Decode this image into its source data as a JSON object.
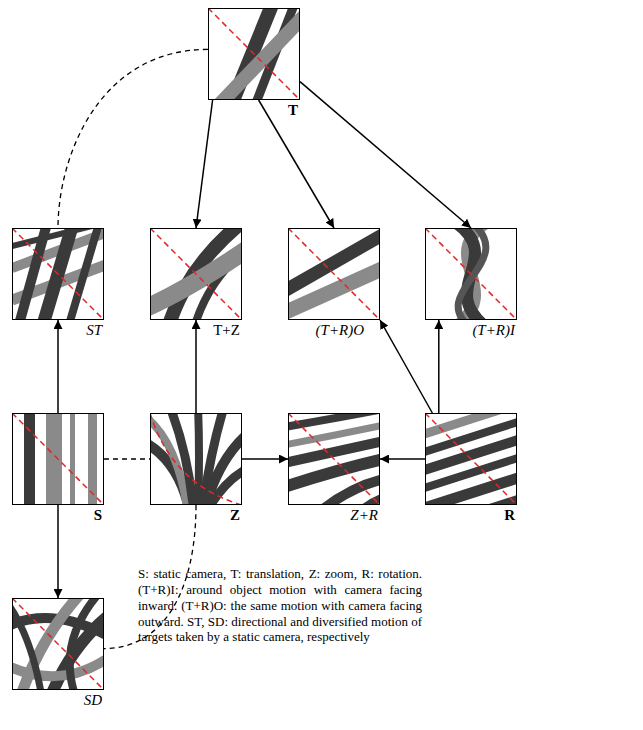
{
  "diagram": {
    "nodes": [
      {
        "text": [
          "T"
        ]
      },
      {
        "text": [
          "ST"
        ]
      },
      {
        "text": [
          "T+Z"
        ]
      },
      {
        "text": [
          "(T+R)O"
        ]
      },
      {
        "text": [
          "(T+R)I"
        ]
      },
      {
        "text": [
          "S"
        ]
      },
      {
        "text": [
          "Z"
        ]
      },
      {
        "text": [
          "Z+R"
        ]
      },
      {
        "text": [
          "R"
        ]
      },
      {
        "text": [
          "SD"
        ]
      }
    ],
    "edges": [
      {
        "from": 0,
        "to": 2,
        "arrow": "to"
      },
      {
        "from": 0,
        "to": 3,
        "arrow": "to"
      },
      {
        "from": 0,
        "to": 4,
        "arrow": "to"
      },
      {
        "from": 5,
        "to": 1,
        "arrow": "to"
      },
      {
        "from": 5,
        "to": 9,
        "arrow": "to"
      },
      {
        "from": 6,
        "to": 2,
        "arrow": "to"
      },
      {
        "from": 6,
        "to": 7,
        "arrow": "to"
      },
      {
        "from": 8,
        "to": 7,
        "arrow": "to"
      },
      {
        "from": 8,
        "to": 3,
        "arrow": "to"
      },
      {
        "from": 8,
        "to": 4,
        "arrow": "to"
      },
      {
        "from": 0,
        "to": 1,
        "arrow": "none"
      },
      {
        "from": 5,
        "to": 6,
        "arrow": "none"
      },
      {
        "from": 6,
        "to": 9,
        "arrow": "none"
      }
    ],
    "labels": [
      "S: static camera, T: translation, Z: zoom, R: rotation. (T+R)I: around object motion with camera facing inward. (T+R)O: the same motion with camera facing outward. ST, SD: directional and diversified motion of targets taken by a static camera, respectively"
    ]
  }
}
